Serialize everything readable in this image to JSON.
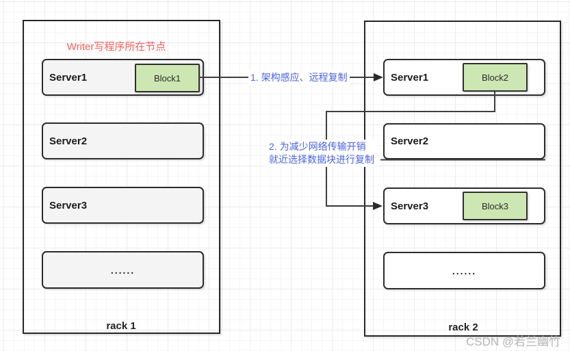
{
  "racks": [
    {
      "label": "rack 1",
      "annotation": "Writer写程序所在节点",
      "servers": [
        {
          "name": "Server1",
          "block": "Block1"
        },
        {
          "name": "Server2"
        },
        {
          "name": "Server3"
        },
        {
          "name": "......"
        }
      ]
    },
    {
      "label": "rack 2",
      "servers": [
        {
          "name": "Server1",
          "block": "Block2"
        },
        {
          "name": "Server2"
        },
        {
          "name": "Server3",
          "block": "Block3"
        },
        {
          "name": "......"
        }
      ]
    }
  ],
  "arrows": [
    {
      "label": "1. 架构感应、远程复制",
      "from": "rack1 Server1 Block1",
      "to": "rack2 Server1"
    },
    {
      "label_line1": "2. 为减少网络传输开销",
      "label_line2": "就近选择数据块进行复制",
      "from": "rack2 Server1 Block2",
      "to": "rack2 Server3"
    }
  ],
  "watermark": "CSDN @若兰幽竹",
  "colors": {
    "annotation_red": "#f25f5c",
    "label_blue": "#4a63e1",
    "block_fill": "#cde7b2",
    "block_border": "#2f2f2f",
    "server_fill_rack1": "#f4f4f4",
    "server_fill_rack2": "#ffffff",
    "box_border": "#2b2b2b",
    "line": "#3d3d3d",
    "watermark_gray": "#b5b5b5"
  }
}
